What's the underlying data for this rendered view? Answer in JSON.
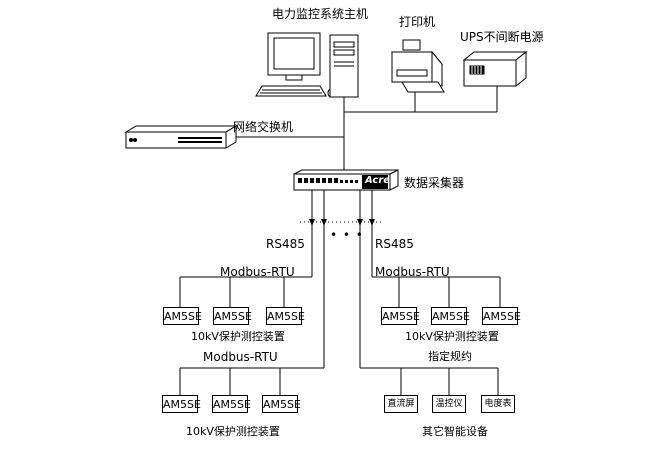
{
  "host": {
    "label": "电力监控系统主机"
  },
  "printer": {
    "label": "打印机"
  },
  "ups": {
    "label": "UPS不间断电源"
  },
  "switch": {
    "label": "网络交换机"
  },
  "collector": {
    "label": "数据采集器",
    "brand": "Acrel"
  },
  "left_branch": {
    "bus_label": "RS485",
    "protocol_top": "Modbus-RTU",
    "group1": {
      "devices": [
        "AM5SE",
        "AM5SE",
        "AM5SE"
      ],
      "caption": "10kV保护测控装置"
    },
    "protocol_bottom": "Modbus-RTU",
    "group2": {
      "devices": [
        "AM5SE",
        "AM5SE",
        "AM5SE"
      ],
      "caption": "10kV保护测控装置"
    }
  },
  "ellipsis": "• • •",
  "right_branch": {
    "bus_label": "RS485",
    "protocol_top": "Modbus-RTU",
    "group1": {
      "devices": [
        "AM5SE",
        "AM5SE",
        "AM5SE"
      ],
      "caption": "10kV保护测控装置"
    },
    "protocol_bottom": "指定规约",
    "group2": {
      "devices": [
        "直流屏",
        "温控仪",
        "电度表"
      ],
      "caption": "其它智能设备"
    }
  }
}
